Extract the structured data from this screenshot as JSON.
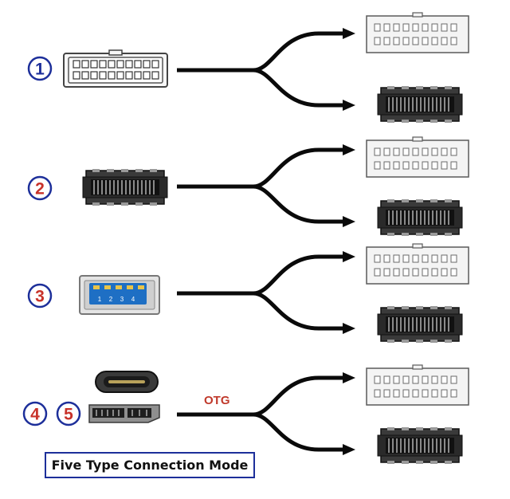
{
  "colors": {
    "badge_blue": "#1d2f9a",
    "badge_red": "#c8322a",
    "otg_red": "#c0392b",
    "cable": "#0a0a0a",
    "usb_blue": "#1e6fc4"
  },
  "modes": [
    {
      "number": "1",
      "badge_color": "blue",
      "source": "20-pin-header-connector-icon"
    },
    {
      "number": "2",
      "badge_color": "red",
      "source": "key-e-connector-icon"
    },
    {
      "number": "3",
      "badge_color": "red",
      "source": "usb-3-type-a-port-icon",
      "pin_labels": [
        "1",
        "2",
        "3",
        "4"
      ]
    },
    {
      "number": "4",
      "badge_color": "red",
      "source": "usb-type-c-connector-icon"
    },
    {
      "number": "5",
      "badge_color": "red",
      "source": "micro-usb-3-connector-icon"
    }
  ],
  "otg_label": "OTG",
  "caption": "Five Type Connection Mode"
}
